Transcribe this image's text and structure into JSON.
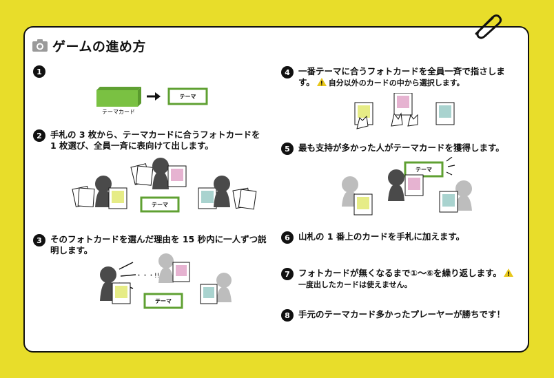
{
  "title": "ゲームの進め方",
  "theme_card_label": "テーマ",
  "theme_card_caption": "テーマカード",
  "ellipsis_text": "・・・!!",
  "steps": [
    {
      "num": "1",
      "text": ""
    },
    {
      "num": "2",
      "text": "手札の 3 枚から、テーマカードに合うフォトカードを 1 枚選び、全員一斉に表向けて出します。"
    },
    {
      "num": "3",
      "text": "そのフォトカードを選んだ理由を 15 秒内に一人ずつ説明します。"
    },
    {
      "num": "4",
      "text": "一番テーマに合うフォトカードを全員一斉で指さします。",
      "note": "自分以外のカードの中から選択します。"
    },
    {
      "num": "5",
      "text": "最も支持が多かった人がテーマカードを獲得します。"
    },
    {
      "num": "6",
      "text": "山札の 1 番上のカードを手札に加えます。"
    },
    {
      "num": "7",
      "text": "フォトカードが無くなるまで①〜⑥を繰り返します。",
      "note": "一度出したカードは使えません。"
    },
    {
      "num": "8",
      "text": "手元のテーマカード多かったプレーヤーが勝ちです！"
    }
  ],
  "colors": {
    "background": "#e8dd2a",
    "theme_green": "#7ac142",
    "photo_yellow": "#e6ec86",
    "photo_pink": "#e6b3d1",
    "photo_teal": "#a9d3cf",
    "figure_dark": "#4a4a4a",
    "figure_light": "#bdbdbd"
  }
}
